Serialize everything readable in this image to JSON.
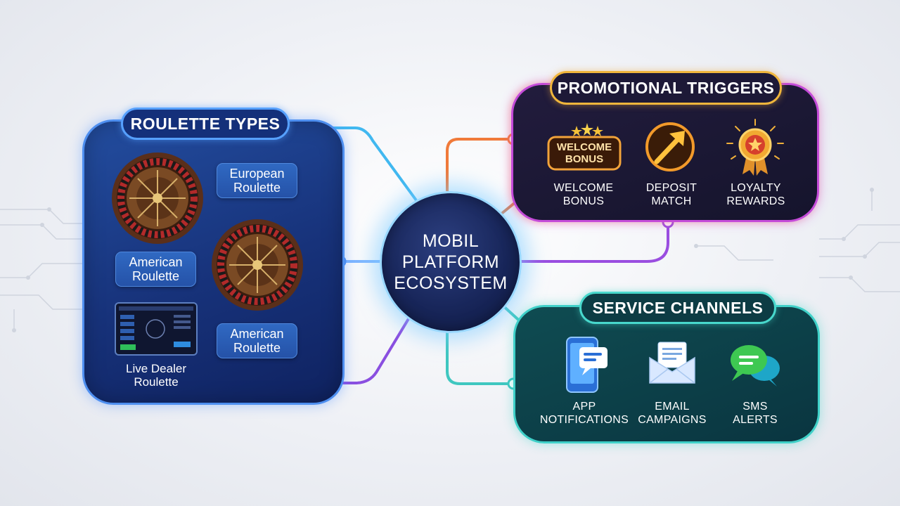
{
  "hub": {
    "line1": "MOBIL",
    "line2": "PLATFORM",
    "line3": "ECOSYSTEM"
  },
  "roulette_types": {
    "title": "ROULETTE TYPES",
    "items": [
      {
        "line1": "European",
        "line2": "Roulette"
      },
      {
        "line1": "American",
        "line2": "Roulette"
      },
      {
        "line1": "American",
        "line2": "Roulette"
      },
      {
        "line1": "Live Dealer",
        "line2": "Roulette"
      }
    ]
  },
  "promotional_triggers": {
    "title": "PROMOTIONAL TRIGGERS",
    "badge_line1": "WELCOME",
    "badge_line2": "BONUS",
    "items": [
      {
        "line1": "WELCOME",
        "line2": "BONUS",
        "icon": "welcome-bonus-badge-icon"
      },
      {
        "line1": "DEPOSIT",
        "line2": "MATCH",
        "icon": "deposit-arrow-icon"
      },
      {
        "line1": "LOYALTY",
        "line2": "REWARDS",
        "icon": "loyalty-medal-icon"
      }
    ]
  },
  "service_channels": {
    "title": "SERVICE CHANNELS",
    "items": [
      {
        "line1": "APP",
        "line2": "NOTIFICATIONS",
        "icon": "phone-notification-icon"
      },
      {
        "line1": "EMAIL",
        "line2": "CAMPAIGNS",
        "icon": "email-envelope-icon"
      },
      {
        "line1": "SMS",
        "line2": "ALERTS",
        "icon": "chat-bubbles-icon"
      }
    ]
  },
  "colors": {
    "roulette_accent": "#4e8ff0",
    "promo_accent": "#c44bd8",
    "promo_title_border": "#f0b63c",
    "service_accent": "#3fd0c8",
    "hub_glow": "#9ad8ff"
  }
}
